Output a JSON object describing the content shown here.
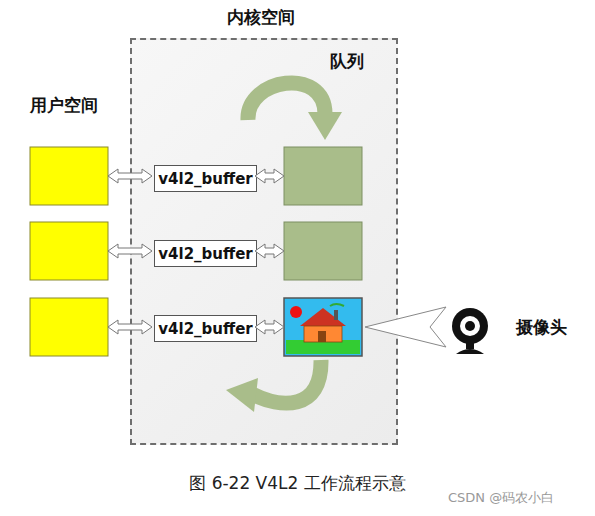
{
  "diagram": {
    "caption": "图 6-22 V4L2 工作流程示意",
    "nodes": [
      {
        "text": [
          "内核空间",
          "队列"
        ]
      },
      {
        "text": [
          "v4l2_buffer"
        ],
        "in": 0
      },
      {
        "text": [
          "v4l2_buffer"
        ],
        "in": 0
      },
      {
        "text": [
          "v4l2_buffer"
        ],
        "in": 0
      }
    ],
    "labels": [
      "用户空间",
      "摄像头",
      "CSDN @码农小白"
    ]
  }
}
